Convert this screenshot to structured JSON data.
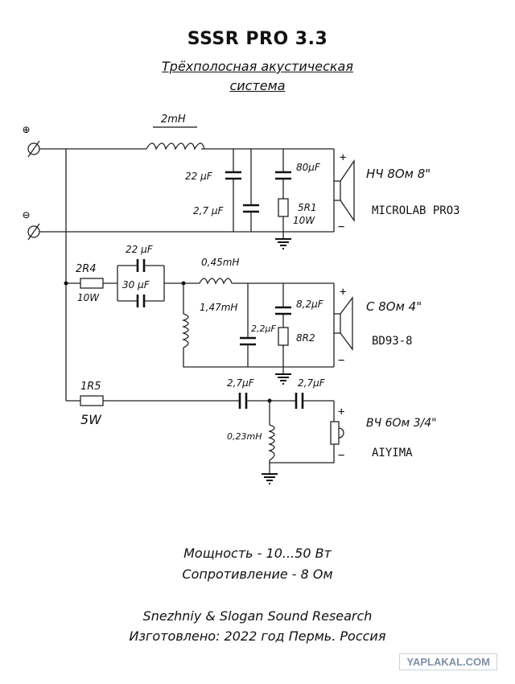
{
  "header": {
    "title": "SSSR PRO 3.3",
    "subtitle_line1": "Трёхполосная акустическая",
    "subtitle_line2": "система"
  },
  "schematic": {
    "terminals": {
      "positive": "⊕",
      "negative": "⊖"
    },
    "lf": {
      "inductor": "2mH",
      "cap1": "22 µF",
      "cap2": "2,7 µF",
      "cap3": "80µF",
      "resistor": "5R1",
      "resistor_power": "10W",
      "speaker_spec": "НЧ 8Ом  8\"",
      "speaker_model": "MICROLAB PRO3"
    },
    "mf": {
      "resistor": "2R4",
      "resistor_power": "10W",
      "cap_top": "22 µF",
      "cap_mid": "30 µF",
      "inductor": "0,45mH",
      "inductor_shunt": "1,47mH",
      "cap_shunt": "2,2µF",
      "cap_rc": "8,2µF",
      "resistor_rc": "8R2",
      "speaker_spec": "С    8Ом    4\"",
      "speaker_model": "BD93-8"
    },
    "hf": {
      "resistor": "1R5",
      "resistor_power": "5W",
      "cap1": "2,7µF",
      "cap2": "2,7µF",
      "inductor": "0,23mH",
      "speaker_spec": "ВЧ  6Ом  3/4\"",
      "speaker_model": "AIYIMA"
    },
    "polarity": {
      "plus": "+",
      "minus": "−"
    }
  },
  "specs": {
    "power": "Мощность - 10...50 Вт",
    "impedance": "Сопротивление - 8 Ом",
    "credit": "Snezhniy & Slogan Sound Research",
    "made": "Изготовлено: 2022 год Пермь. Россия"
  },
  "watermark": "YAPLAKAL.COM"
}
